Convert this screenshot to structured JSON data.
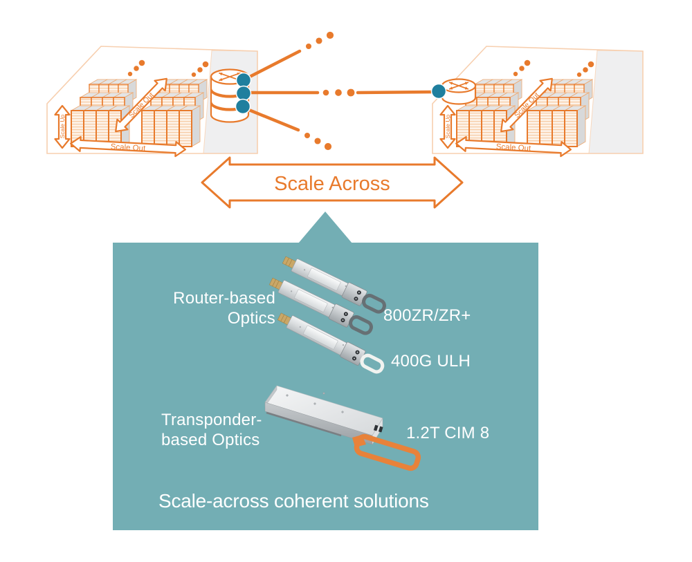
{
  "diagram": {
    "datacenter_left": {
      "scale_up_label": "Scale Up",
      "scale_out_diagonal_label": "Scale Out",
      "scale_out_bottom_label": "Scale Out"
    },
    "datacenter_right": {
      "scale_up_label": "Scale Up",
      "scale_out_diagonal_label": "Scale Out",
      "scale_out_bottom_label": "Scale Out"
    },
    "scale_across_label": "Scale Across"
  },
  "panel": {
    "router_based_optics": {
      "line1": "Router-based",
      "line2": "Optics"
    },
    "transponder_based_optics": {
      "line1": "Transponder-",
      "line2": "based Optics"
    },
    "module_labels": {
      "zr": "800ZR/ZR+",
      "ulh": "400G ULH",
      "cim8": "1.2T CIM 8"
    },
    "caption": "Scale-across coherent solutions"
  },
  "colors": {
    "orange": "#E87A2C",
    "orange-light": "#F2B68C",
    "orange-pale": "#F7CFAF",
    "teal-panel": "#73AEB4",
    "teal-dot": "#1F7F9E",
    "handle-orange": "#E8823A"
  },
  "icons": {
    "router-icon": "cylinder-with-crossed-arrows",
    "optic-port-icon": "filled-teal-circle",
    "scale-up-icon": "vertical-double-arrow-outline",
    "scale-out-icon": "double-arrow-outline",
    "scale-across-icon": "large-horizontal-double-arrow-outline",
    "dotted-link-icon": "orange-dot-trail",
    "pluggable-module-icon": "silver-optical-transceiver",
    "cim-module-icon": "silver-module-orange-handle"
  }
}
